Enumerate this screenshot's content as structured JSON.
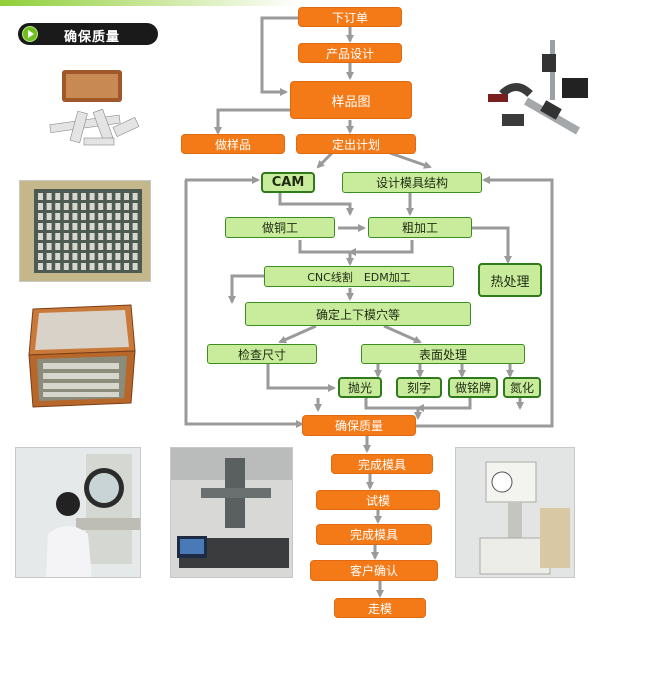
{
  "header": {
    "section_title": "确保质量"
  },
  "flow": {
    "order": "下订单",
    "design": "产品设计",
    "sample_drawing": "样品图",
    "make_sample": "做样品",
    "plan": "定出计划",
    "cam": "CAM",
    "mold_design": "设计模具结构",
    "copper": "做铜工",
    "rough": "粗加工",
    "heat": "热处理",
    "cnc": "CNC线割　EDM加工",
    "cavity": "确定上下模穴等",
    "inspect": "检查尺寸",
    "surface": "表面处理",
    "polish": "抛光",
    "engrave": "刻字",
    "nameplate": "做铭牌",
    "nitride": "氮化",
    "quality": "确保质量",
    "complete1": "完成模具",
    "trial": "试模",
    "complete2": "完成模具",
    "confirm": "客户确认",
    "ship": "走模"
  },
  "colors": {
    "orange": "#f47a18",
    "green_fill": "#c9ec9c",
    "green_border": "#2f7a1a",
    "connector": "#9a9a9a"
  }
}
